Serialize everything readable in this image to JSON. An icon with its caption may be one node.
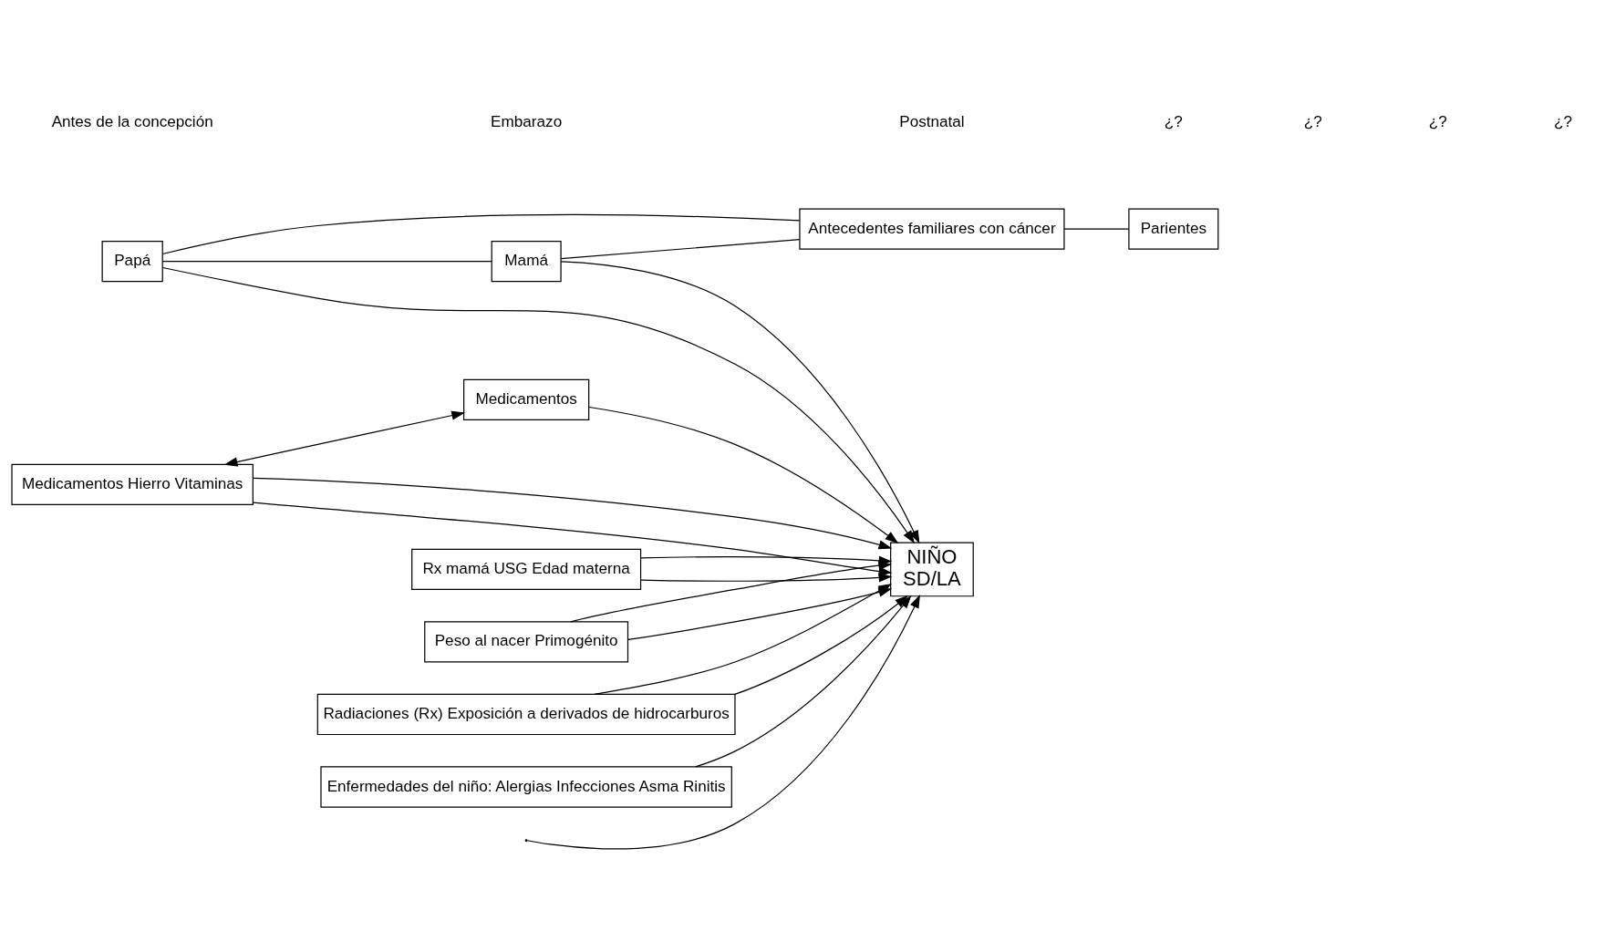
{
  "diagram": {
    "nodes": [
      {
        "text": [
          "Papá"
        ]
      },
      {
        "text": [
          "Mamá"
        ]
      },
      {
        "text": [
          "Antecedentes familiares con cáncer"
        ]
      },
      {
        "text": [
          "Parientes"
        ]
      },
      {
        "text": [
          "Medicamentos Hierro Vitaminas"
        ]
      },
      {
        "text": [
          "Rx mamá USG Edad materna"
        ]
      },
      {
        "text": [
          "Medicamentos"
        ]
      },
      {
        "text": [
          "Peso al nacer Primogénito"
        ]
      },
      {
        "text": [
          "Radiaciones (Rx) Exposición a derivados de hidrocarburos"
        ]
      },
      {
        "text": [
          "Enfermedades del niño: Alergias Infecciones Asma Rinitis"
        ]
      },
      {
        "text": [
          "NIÑO",
          "SD/LA"
        ]
      }
    ],
    "edges": [
      {
        "from": 0,
        "to": 1,
        "arrow": "none"
      },
      {
        "from": 0,
        "to": 10,
        "arrow": "to"
      },
      {
        "from": 1,
        "to": 10,
        "arrow": "to"
      },
      {
        "from": 0,
        "to": 2,
        "arrow": "none"
      },
      {
        "from": 1,
        "to": 2,
        "arrow": "none"
      },
      {
        "from": 2,
        "to": 3,
        "arrow": "none"
      },
      {
        "from": 4,
        "to": 10,
        "arrow": "to"
      },
      {
        "from": 4,
        "to": 10,
        "arrow": "to"
      },
      {
        "from": 5,
        "to": 10,
        "arrow": "to"
      },
      {
        "from": 4,
        "to": 6,
        "arrow": "both"
      },
      {
        "from": null,
        "to": 10,
        "arrow": "to"
      },
      {
        "from": 7,
        "to": 10,
        "arrow": "to"
      },
      {
        "from": 6,
        "to": 10,
        "arrow": "to"
      },
      {
        "from": 8,
        "to": 10,
        "arrow": "to"
      },
      {
        "from": 9,
        "to": 10,
        "arrow": "to"
      },
      {
        "from": 8,
        "to": 10,
        "arrow": "to"
      },
      {
        "from": 7,
        "to": 10,
        "arrow": "to"
      },
      {
        "from": 5,
        "to": 10,
        "arrow": "to"
      }
    ],
    "labels": [
      "Antes de la concepción",
      "Embarazo",
      "Postnatal",
      "¿?",
      "¿?",
      "¿?",
      "¿?"
    ]
  }
}
